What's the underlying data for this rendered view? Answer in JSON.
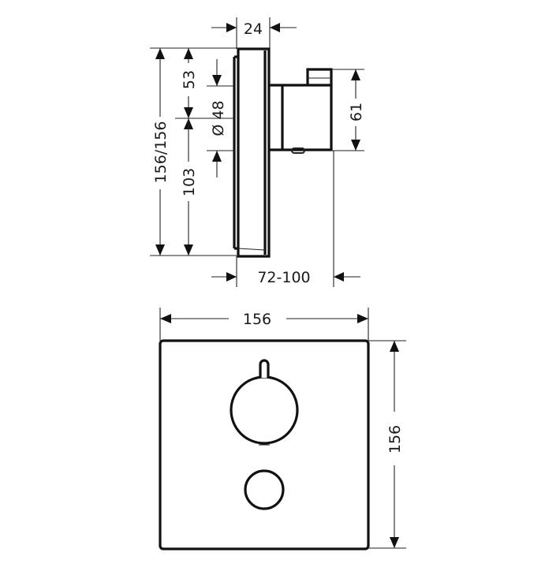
{
  "diagram": {
    "type": "technical-drawing",
    "side_view": {
      "dimensions": {
        "depth_plate": "24",
        "total_height": "156/156",
        "top_to_center": "53",
        "center_to_bottom": "103",
        "diameter": "Ø 48",
        "body_height": "61",
        "projection_depth": "72-100"
      }
    },
    "front_view": {
      "dimensions": {
        "width": "156",
        "height": "156"
      },
      "components": [
        "square-cover-plate",
        "thermostat-knob-with-indicator",
        "round-push-button"
      ]
    },
    "colors": {
      "line": "#111111",
      "background": "#ffffff"
    }
  }
}
